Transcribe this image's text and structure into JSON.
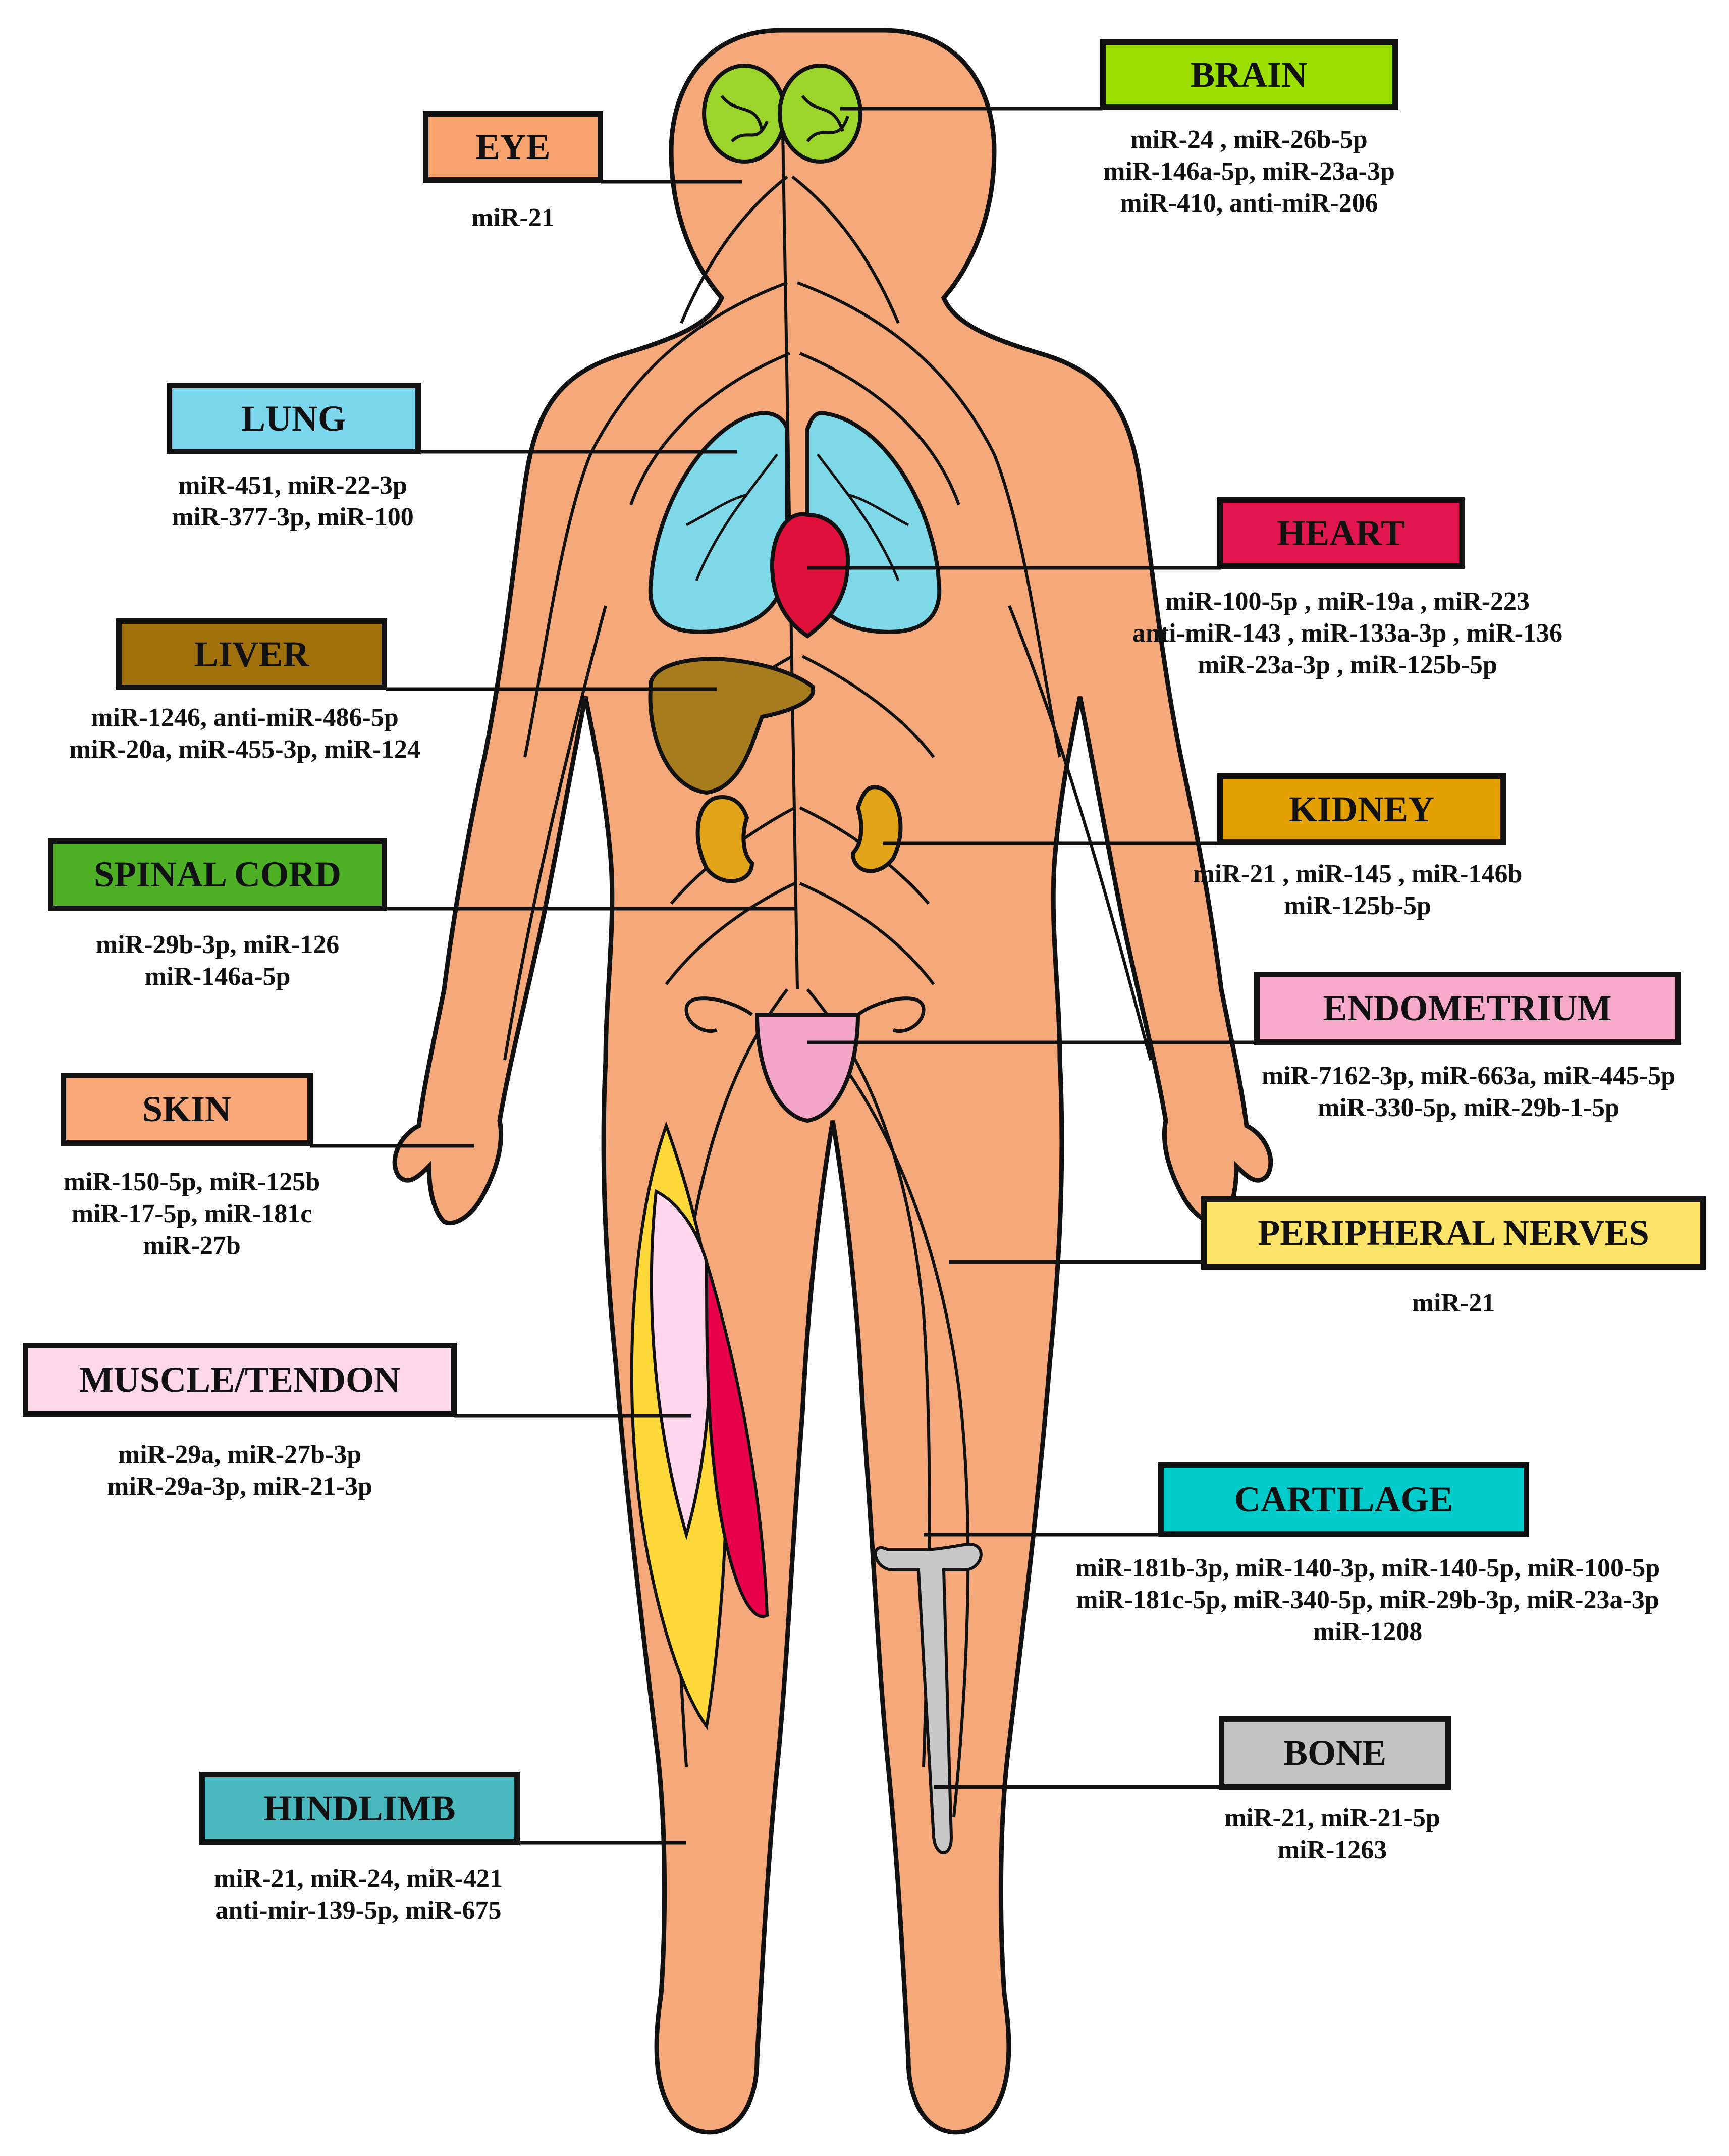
{
  "colors": {
    "body_fill": "#F5A97A",
    "outline": "#111111",
    "brain": "#9BD52B",
    "lung": "#7FD8E8",
    "heart": "#E0103C",
    "liver": "#A67C1E",
    "kidney": "#E2A51A",
    "endometrium": "#F3A6C8",
    "muscle_yellow": "#FFD93A",
    "muscle_pink": "#FFD6EC",
    "muscle_red": "#E8004A",
    "bone": "#C8C8C8"
  },
  "organs": [
    {
      "key": "brain",
      "name": "BRAIN",
      "color": "#9BE000",
      "lines": [
        "miR-24 , miR-26b-5p",
        "miR-146a-5p, miR-23a-3p",
        "miR-410, anti-miR-206"
      ]
    },
    {
      "key": "eye",
      "name": "EYE",
      "color": "#F9A46F",
      "lines": [
        "miR-21"
      ]
    },
    {
      "key": "lung",
      "name": "LUNG",
      "color": "#79D6EC",
      "lines": [
        "miR-451, miR-22-3p",
        "miR-377-3p, miR-100"
      ]
    },
    {
      "key": "heart",
      "name": "HEART",
      "color": "#E2164E",
      "lines": [
        "miR-100-5p , miR-19a , miR-223",
        "anti-miR-143 , miR-133a-3p , miR-136",
        "miR-23a-3p , miR-125b-5p"
      ]
    },
    {
      "key": "liver",
      "name": "LIVER",
      "color": "#A0700A",
      "lines": [
        "miR-1246, anti-miR-486-5p",
        "miR-20a, miR-455-3p, miR-124"
      ]
    },
    {
      "key": "kidney",
      "name": "KIDNEY",
      "color": "#E2A100",
      "lines": [
        "miR-21 , miR-145 , miR-146b",
        "miR-125b-5p"
      ]
    },
    {
      "key": "spinal",
      "name": "SPINAL CORD",
      "color": "#4EB024",
      "lines": [
        "miR-29b-3p, miR-126",
        "miR-146a-5p"
      ]
    },
    {
      "key": "endometrium",
      "name": "ENDOMETRIUM",
      "color": "#F6A9C8",
      "lines": [
        "miR-7162-3p, miR-663a, miR-445-5p",
        "miR-330-5p, miR-29b-1-5p"
      ]
    },
    {
      "key": "skin",
      "name": "SKIN",
      "color": "#F9A87A",
      "lines": [
        "miR-150-5p, miR-125b",
        "miR-17-5p, miR-181c",
        "miR-27b"
      ]
    },
    {
      "key": "peripheral",
      "name": "PERIPHERAL NERVES",
      "color": "#FCE36A",
      "lines": [
        "miR-21"
      ]
    },
    {
      "key": "muscle",
      "name": "MUSCLE/TENDON",
      "color": "#FBD7E7",
      "lines": [
        "miR-29a, miR-27b-3p",
        "miR-29a-3p, miR-21-3p"
      ]
    },
    {
      "key": "cartilage",
      "name": "CARTILAGE",
      "color": "#00CACA",
      "lines": [
        "miR-181b-3p, miR-140-3p, miR-140-5p, miR-100-5p",
        "miR-181c-5p, miR-340-5p, miR-29b-3p, miR-23a-3p",
        "miR-1208"
      ]
    },
    {
      "key": "bone",
      "name": "BONE",
      "color": "#C3C3C3",
      "lines": [
        "miR-21, miR-21-5p",
        "miR-1263"
      ]
    },
    {
      "key": "hindlimb",
      "name": "HINDLIMB",
      "color": "#4AB8BF",
      "lines": [
        "miR-21, miR-24, miR-421",
        "anti-mir-139-5p, miR-675"
      ]
    }
  ]
}
